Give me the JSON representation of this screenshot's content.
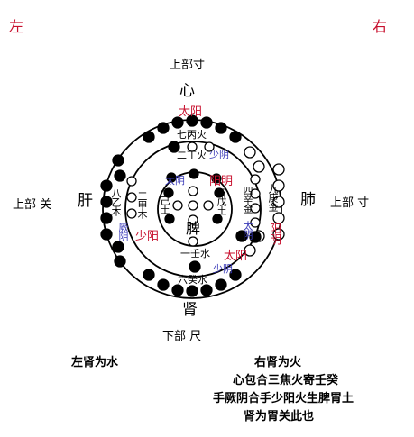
{
  "corners": {
    "left": "左",
    "right": "右"
  },
  "positions": {
    "top": "上部寸",
    "left": "上部 关",
    "right": "上部 寸",
    "bottom": "下部 尺"
  },
  "organs": {
    "heart": "心",
    "liver": "肝",
    "lung": "肺",
    "kidney": "肾",
    "spleen": "脾"
  },
  "inner_labels": {
    "taiyang_top": "太阳",
    "qi_bing_huo": "七丙火",
    "er_ding_huo": "二丁火",
    "shao_yin_top": "少阴",
    "tai_yin_left": "太阴",
    "yang_ming_inner": "阳明",
    "shi_ji_tu": "十己土",
    "wu_wu_tu": "五戊土",
    "san_jia_mu": "三甲木",
    "shao_yang": "少阳",
    "ba_yi_mu": "八乙木",
    "jue_yin": "厥阴",
    "si_xin_jin": "四辛金",
    "tai_yin_right": "太阴",
    "jiu_geng_jin": "九庚金",
    "yang_ming_outer": "阳明",
    "yi_ren_shui": "一壬水",
    "taiyang_bottom": "太阳",
    "shao_yin_bottom": "少阴",
    "liu_gui_shui": "六癸水"
  },
  "notes": {
    "left_kidney": "左肾为水",
    "right_kidney": "右肾为火",
    "line1": "心包合三焦火寄壬癸",
    "line2": "手厥阴合手少阳火生脾胃土",
    "line3": "肾为胃关此也"
  },
  "colors": {
    "yang": "#c8102e",
    "yin": "#3a3ab8",
    "ink": "#000000"
  }
}
